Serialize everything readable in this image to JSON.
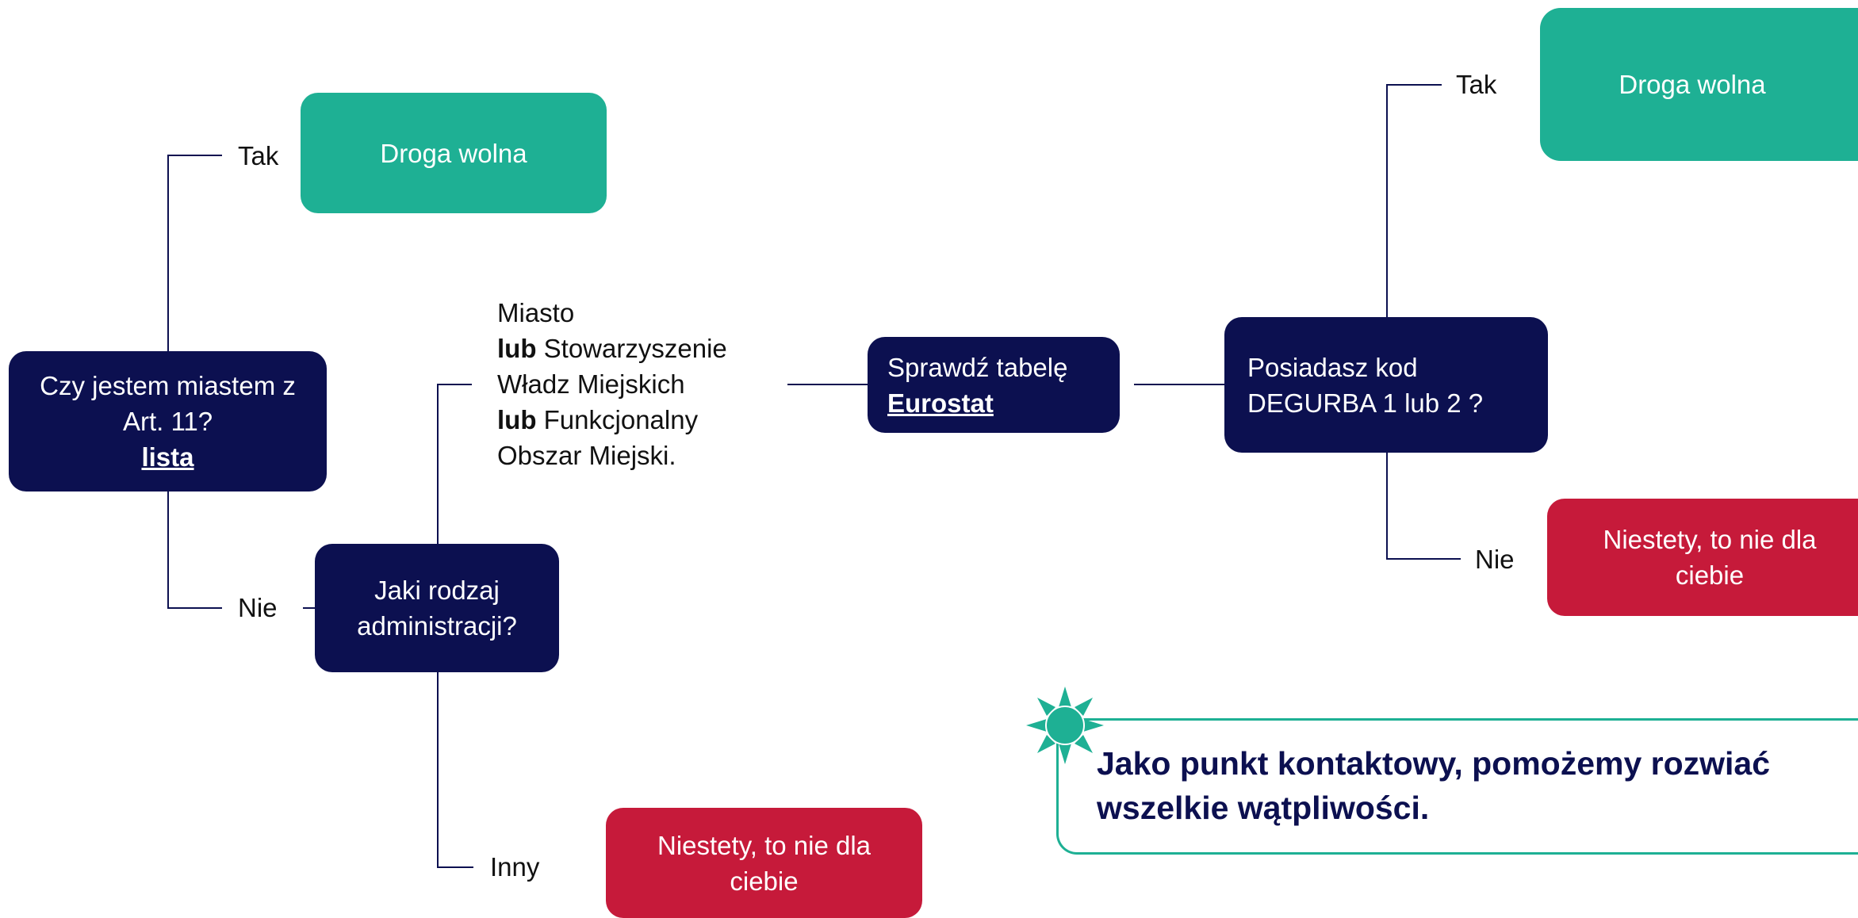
{
  "colors": {
    "navy": "#0c1050",
    "green": "#1eb094",
    "red": "#c61a3a",
    "line": "#0c1050"
  },
  "q1": {
    "line1": "Czy jestem miastem z",
    "line2": "Art. 11?",
    "link": "lista"
  },
  "yes_left": {
    "label": "Tak",
    "result": "Droga wolna"
  },
  "no_left": {
    "label": "Nie"
  },
  "q2": {
    "line1": "Jaki rodzaj",
    "line2": "administracji?"
  },
  "path_text": {
    "l1": "Miasto",
    "l2_bold": "lub",
    "l2": " Stowarzyszenie",
    "l3": "Władz Miejskich",
    "l4_bold": "lub",
    "l4": " Funkcjonalny",
    "l5": "Obszar Miejski."
  },
  "other": {
    "label": "Inny",
    "result_l1": "Niestety, to nie dla",
    "result_l2": "ciebie"
  },
  "check": {
    "line1": "Sprawdź tabelę",
    "link": "Eurostat"
  },
  "q3": {
    "line1": "Posiadasz kod",
    "line2": "DEGURBA 1 lub 2 ?"
  },
  "yes_right": {
    "label": "Tak",
    "result": "Droga wolna"
  },
  "no_right": {
    "label": "Nie",
    "result_l1": "Niestety, to nie dla",
    "result_l2": "ciebie"
  },
  "contact": {
    "line1": "Jako punkt kontaktowy, pomożemy rozwiać",
    "line2": "wszelkie wątpliwości."
  },
  "icons": {
    "contact": "sun-icon"
  }
}
